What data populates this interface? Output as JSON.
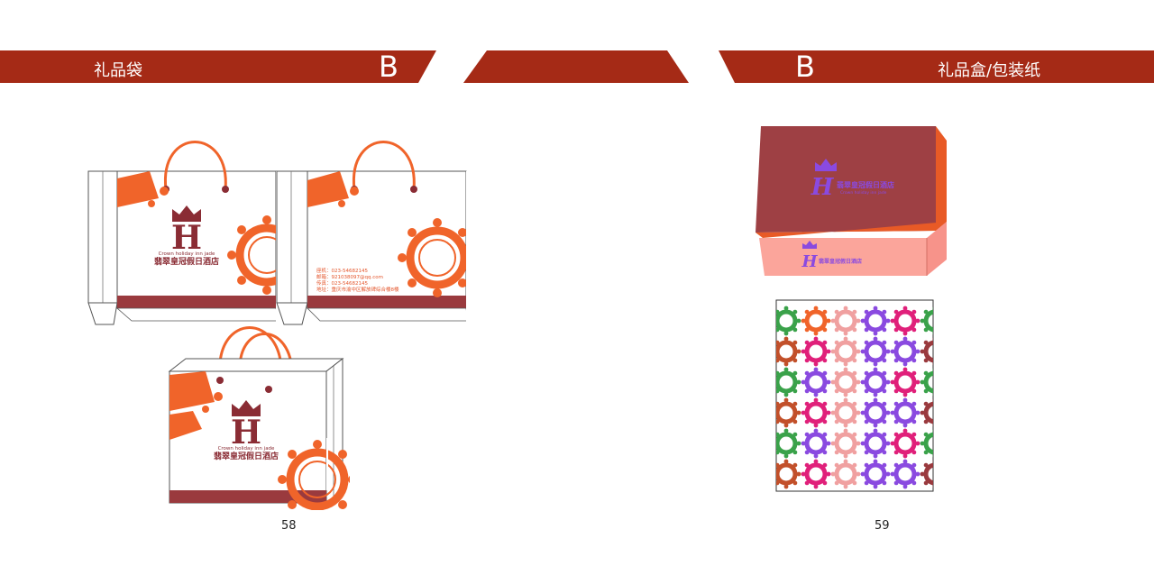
{
  "left_page": {
    "section_title": "礼品袋",
    "section_letter": "B",
    "page_number": "58"
  },
  "right_page": {
    "section_title": "礼品盒/包装纸",
    "section_letter": "B",
    "page_number": "59"
  },
  "brand": {
    "logo_letter": "H",
    "name_cn": "翡翠皇冠假日酒店",
    "name_en": "Crown holiday inn jade"
  },
  "bag_back_contact": {
    "phone": "座机：023-54682145",
    "email": "邮箱：921038097@qq.com",
    "fax": "传真：023-54682145",
    "address": "地址：重庆市渝中区解放碑综合楼8楼"
  },
  "colors": {
    "band": "#a52a16",
    "bag_orange": "#f0642a",
    "bag_bottom": "#9a3a3e",
    "box_lid": "#9e4044",
    "box_side": "#fba59b",
    "box_edge": "#e85a26",
    "logo_purple": "#8a4ae0"
  },
  "icons": {
    "crown": "crown-icon",
    "gear": "gear-pattern"
  }
}
